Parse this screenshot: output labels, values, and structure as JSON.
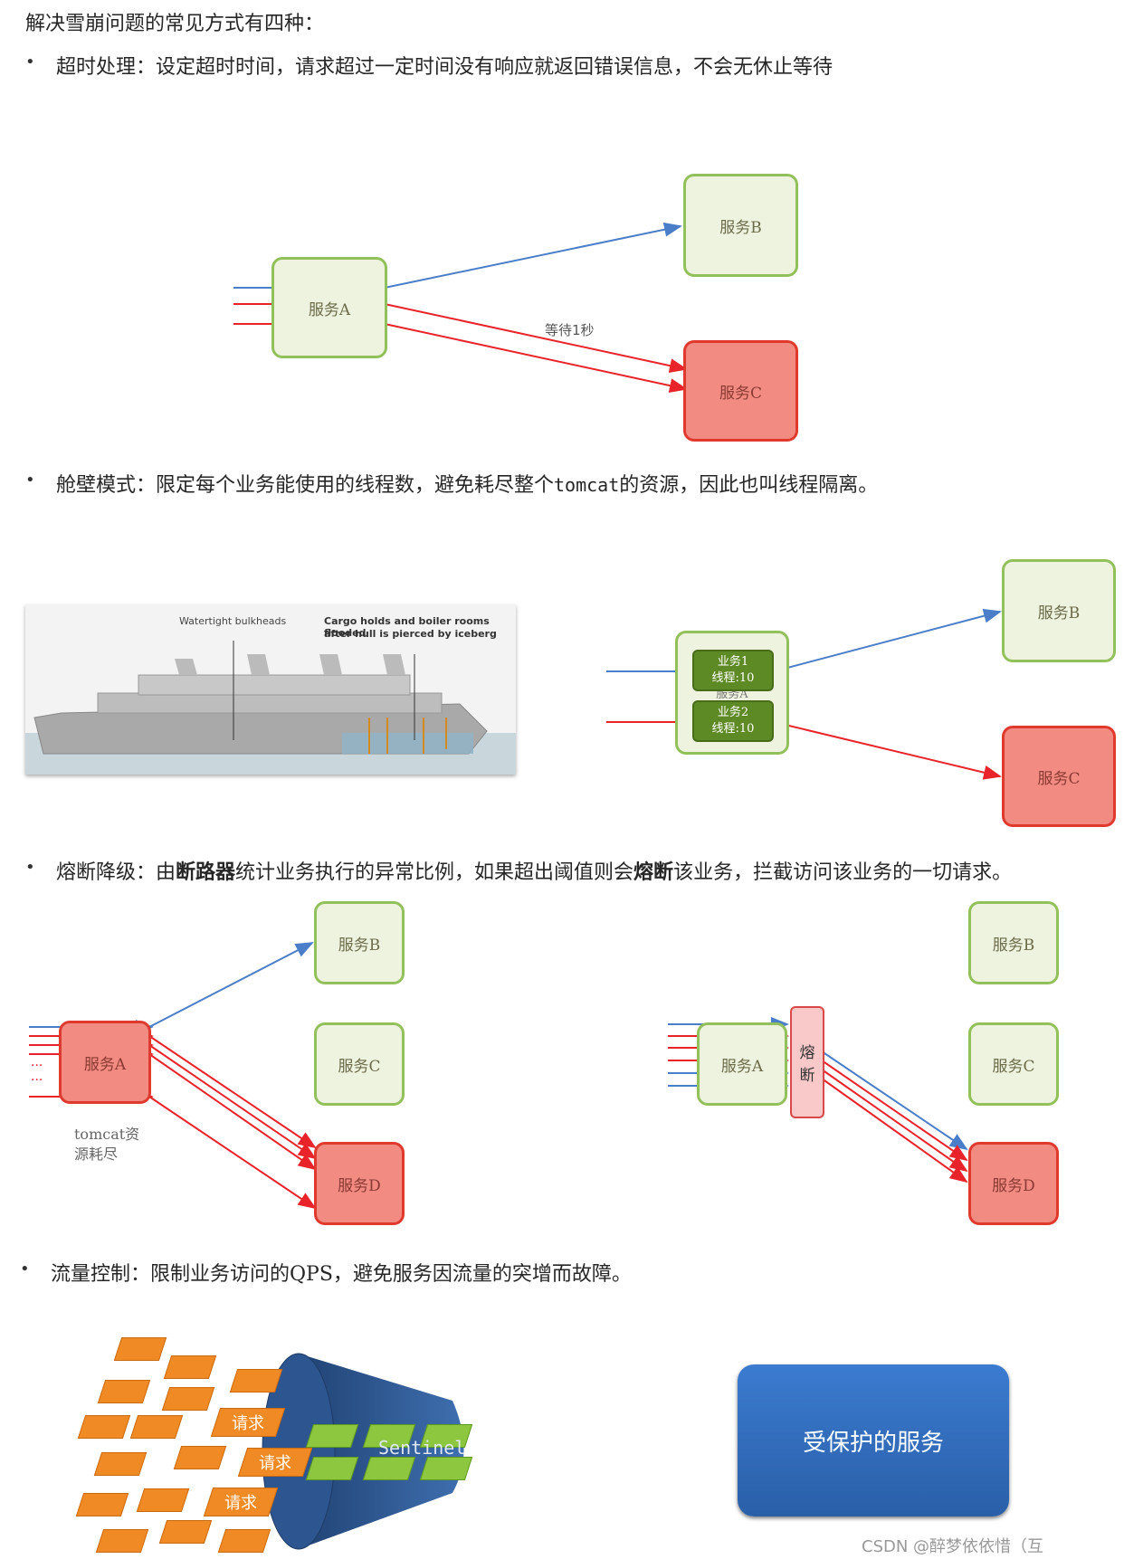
{
  "intro": "解决雪崩问题的常见方式有四种：",
  "sections": {
    "timeout": {
      "bullet": "•",
      "text": "超时处理：设定超时时间，请求超过一定时间没有响应就返回错误信息，不会无休止等待"
    },
    "bulkhead": {
      "bullet": "•",
      "text_pre": "舱壁模式：限定每个业务能使用的线程数，避免耗尽整个",
      "text_code": "tomcat",
      "text_post": "的资源，因此也叫线程隔离。"
    },
    "circuit": {
      "bullet": "•",
      "text_a": "熔断降级：由",
      "text_b": "断路器",
      "text_c": "统计业务执行的异常比例，如果超出阈值则会",
      "text_d": "熔断",
      "text_e": "该业务，拦截访问该业务的一切请求。"
    },
    "flow": {
      "bullet": "•",
      "text": "流量控制：限制业务访问的QPS，避免服务因流量的突增而故障。"
    }
  },
  "diagram1": {
    "service_a": "服务A",
    "service_b": "服务B",
    "service_c": "服务C",
    "wait_label": "等待1秒"
  },
  "diagram2": {
    "ship_label_1": "Watertight bulkheads",
    "ship_label_2a": "Cargo holds and boiler rooms flooded",
    "ship_label_2b": "after hull is pierced by iceberg",
    "service_a": "服务A",
    "biz1": "业务1",
    "biz1_threads": "线程:10",
    "biz2": "业务2",
    "biz2_threads": "线程:10",
    "service_b": "服务B",
    "service_c": "服务C"
  },
  "diagram3": {
    "left": {
      "service_a": "服务A",
      "service_b": "服务B",
      "service_c": "服务C",
      "service_d": "服务D",
      "dots1": "···",
      "dots2": "···",
      "note_1": "tomcat资",
      "note_2": "源耗尽"
    },
    "right": {
      "service_a": "服务A",
      "breaker_1": "熔",
      "breaker_2": "断",
      "service_b": "服务B",
      "service_c": "服务C",
      "service_d": "服务D"
    }
  },
  "diagram4": {
    "req1": "请求",
    "req2": "请求",
    "req3": "请求",
    "sentinel": "Sentinel",
    "protected": "受保护的服务"
  },
  "watermark": "CSDN @醉梦依依惜（互",
  "colors": {
    "blue_arrow": "#4a7ec9",
    "red_arrow": "#e8242a",
    "green_border": "#92c05a",
    "red_fill": "#f28b82"
  }
}
